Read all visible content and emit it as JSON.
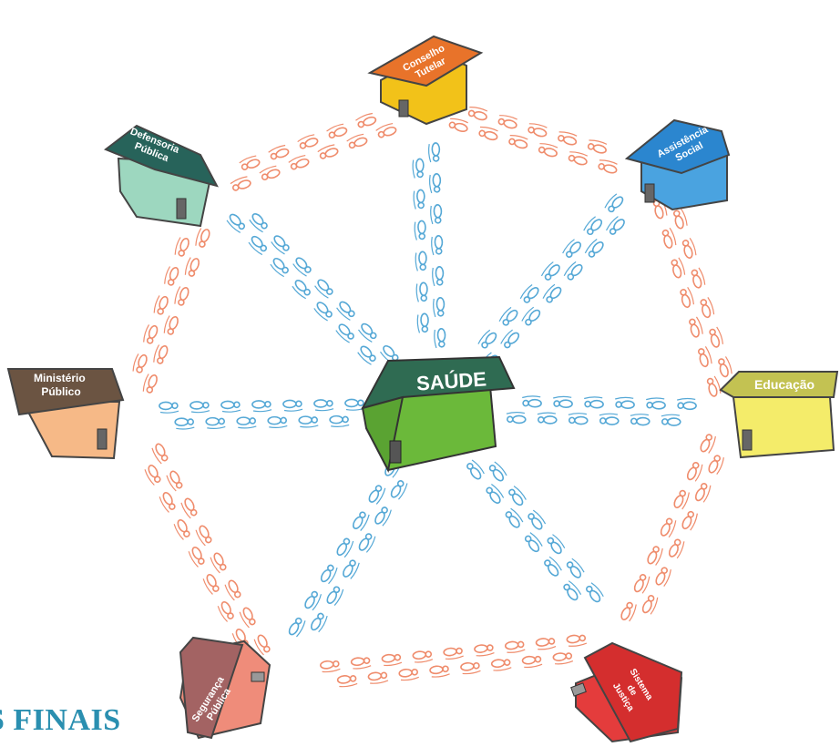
{
  "heading_fragment": "S FINAIS",
  "center": "SAÚDE",
  "houses": [
    {
      "id": "conselho",
      "lines": [
        "Conselho",
        "Tutelar"
      ],
      "wall": "#f2c219",
      "roof": "#e8732a"
    },
    {
      "id": "assistencia",
      "lines": [
        "Assistência",
        "Social"
      ],
      "wall": "#4aa3e0",
      "roof": "#2b86cf"
    },
    {
      "id": "educacao",
      "lines": [
        "Educação"
      ],
      "wall": "#f4ec6a",
      "roof": "#c3c252"
    },
    {
      "id": "justica",
      "lines": [
        "Sistema",
        "de",
        "Justiça"
      ],
      "wall": "#e43c3c",
      "roof": "#d42e2e"
    },
    {
      "id": "seguranca",
      "lines": [
        "Segurança",
        "Pública"
      ],
      "wall": "#ef8c7a",
      "roof": "#9c5a5a"
    },
    {
      "id": "ministerio",
      "lines": [
        "Ministério",
        "Público"
      ],
      "wall": "#f6b987",
      "roof": "#6b5442"
    },
    {
      "id": "defensoria",
      "lines": [
        "Defensoria",
        "Pública"
      ],
      "wall": "#9dd7bf",
      "roof": "#27635a"
    },
    {
      "id": "saude",
      "lines": [
        "SAÚDE"
      ],
      "wall": "#6bb93a",
      "roof": "#2f6b52"
    }
  ],
  "colors": {
    "outer_path": "#ef8c6c",
    "spoke_path": "#55a8d6"
  }
}
